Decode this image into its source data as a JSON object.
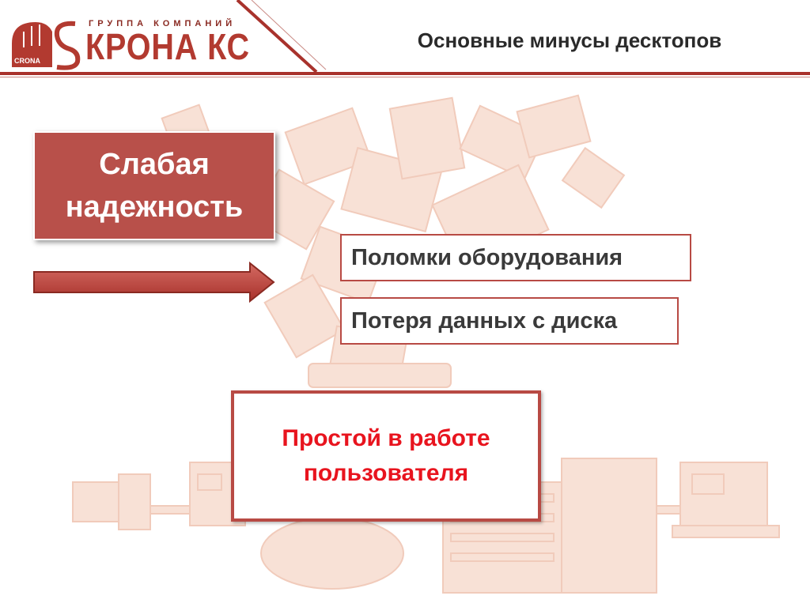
{
  "header": {
    "logo_tagline": "ГРУППА КОМПАНИЙ",
    "logo_name": "КРОНА КС",
    "logo_mark": "CRONA",
    "title": "Основные минусы десктопов"
  },
  "main_box": {
    "line1": "Слабая",
    "line2": "надежность"
  },
  "items": [
    {
      "label": "Поломки оборудования"
    },
    {
      "label": "Потеря данных с диска"
    }
  ],
  "result_box": {
    "line1": "Простой в работе",
    "line2": "пользователя"
  },
  "colors": {
    "accent": "#b84a44",
    "highlight_text": "#e8141e",
    "background_art": "#f6d9cc"
  }
}
